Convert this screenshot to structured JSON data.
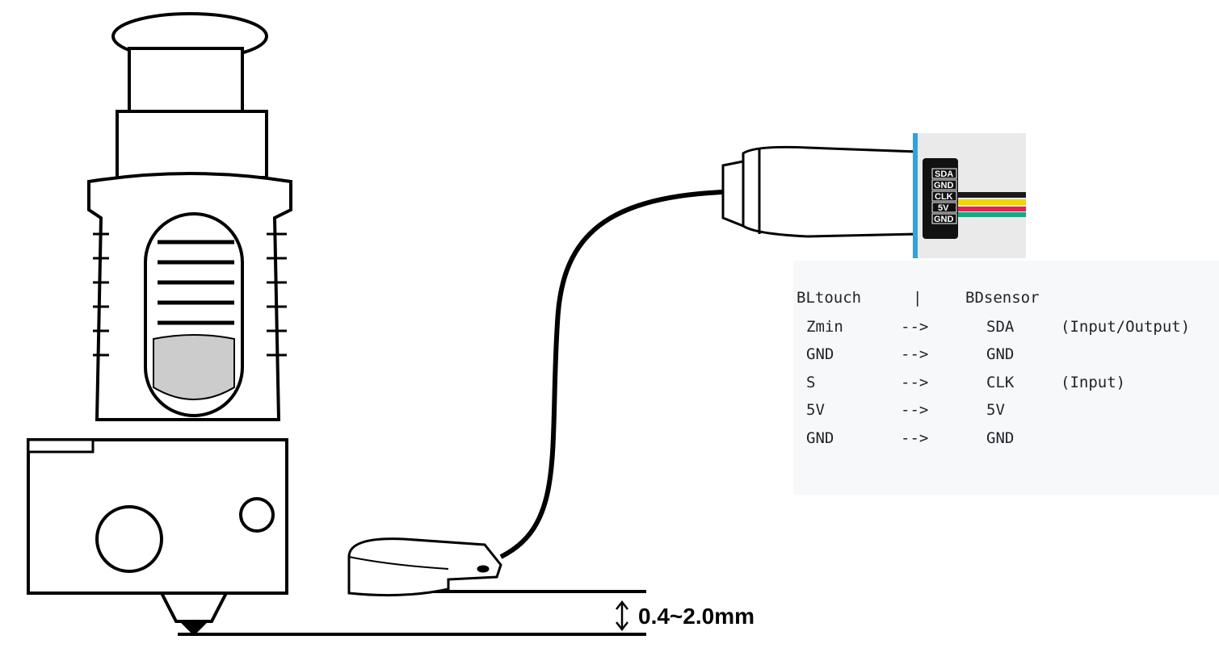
{
  "pin_label": {
    "pins": [
      "SDA",
      "GND",
      "CLK",
      "5V",
      "GND"
    ]
  },
  "wire_colors": [
    "#1a1a1a",
    "#f2d500",
    "#e8204a",
    "#17a883"
  ],
  "mapping": {
    "header": {
      "left": "BLtouch",
      "sep": "|",
      "right": "BDsensor"
    },
    "rows": [
      {
        "from": "Zmin",
        "arrow": "-->",
        "to": "SDA",
        "note": "(Input/Output)"
      },
      {
        "from": "GND",
        "arrow": "-->",
        "to": "GND",
        "note": ""
      },
      {
        "from": "S",
        "arrow": "-->",
        "to": "CLK",
        "note": "(Input)"
      },
      {
        "from": "5V",
        "arrow": "-->",
        "to": "5V",
        "note": ""
      },
      {
        "from": "GND",
        "arrow": "-->",
        "to": "GND",
        "note": ""
      }
    ]
  },
  "dimension": {
    "label": "0.4~2.0mm"
  }
}
